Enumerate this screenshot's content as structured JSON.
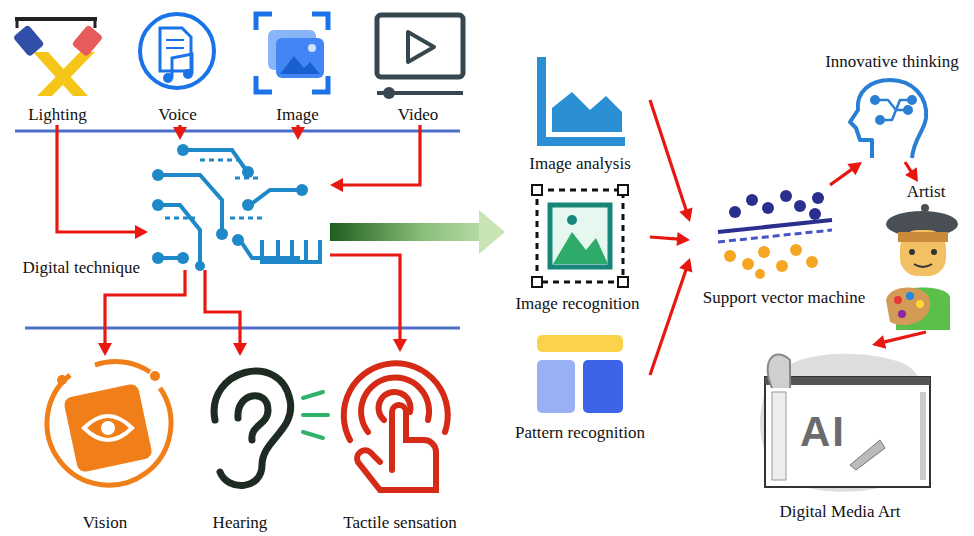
{
  "diagram": {
    "nodes": [
      {
        "text": [
          "Lighting"
        ]
      },
      {
        "text": [
          "Voice"
        ]
      },
      {
        "text": [
          "Image"
        ]
      },
      {
        "text": [
          "Video"
        ]
      },
      {
        "text": [
          "Digital technique"
        ]
      },
      {
        "text": [
          "Vision"
        ]
      },
      {
        "text": [
          "Hearing"
        ]
      },
      {
        "text": [
          "Tactile sensation"
        ]
      },
      {
        "text": [
          "Image analysis"
        ]
      },
      {
        "text": [
          "Image recognition"
        ]
      },
      {
        "text": [
          "Pattern recognition"
        ]
      },
      {
        "text": [
          "Support vector machine"
        ]
      },
      {
        "text": [
          "Innovative thinking"
        ]
      },
      {
        "text": [
          "Artist"
        ]
      },
      {
        "text": [
          "Digital Media Art"
        ]
      }
    ],
    "edges": [
      {
        "from": 0,
        "to": 4,
        "arrow": "to"
      },
      {
        "from": 1,
        "to": 4,
        "arrow": "to"
      },
      {
        "from": 2,
        "to": 4,
        "arrow": "to"
      },
      {
        "from": 3,
        "to": 4,
        "arrow": "to"
      },
      {
        "from": 4,
        "to": 5,
        "arrow": "to"
      },
      {
        "from": 4,
        "to": 6,
        "arrow": "to"
      },
      {
        "from": 4,
        "to": 7,
        "arrow": "to"
      },
      {
        "from": 4,
        "to": 9,
        "arrow": "to"
      },
      {
        "from": 8,
        "to": 11,
        "arrow": "to"
      },
      {
        "from": 9,
        "to": 11,
        "arrow": "to"
      },
      {
        "from": 10,
        "to": 11,
        "arrow": "to"
      },
      {
        "from": 11,
        "to": 12,
        "arrow": "to"
      },
      {
        "from": 12,
        "to": 13,
        "arrow": "to"
      },
      {
        "from": 13,
        "to": 14,
        "arrow": "to"
      }
    ],
    "labels": [
      "AI"
    ]
  }
}
